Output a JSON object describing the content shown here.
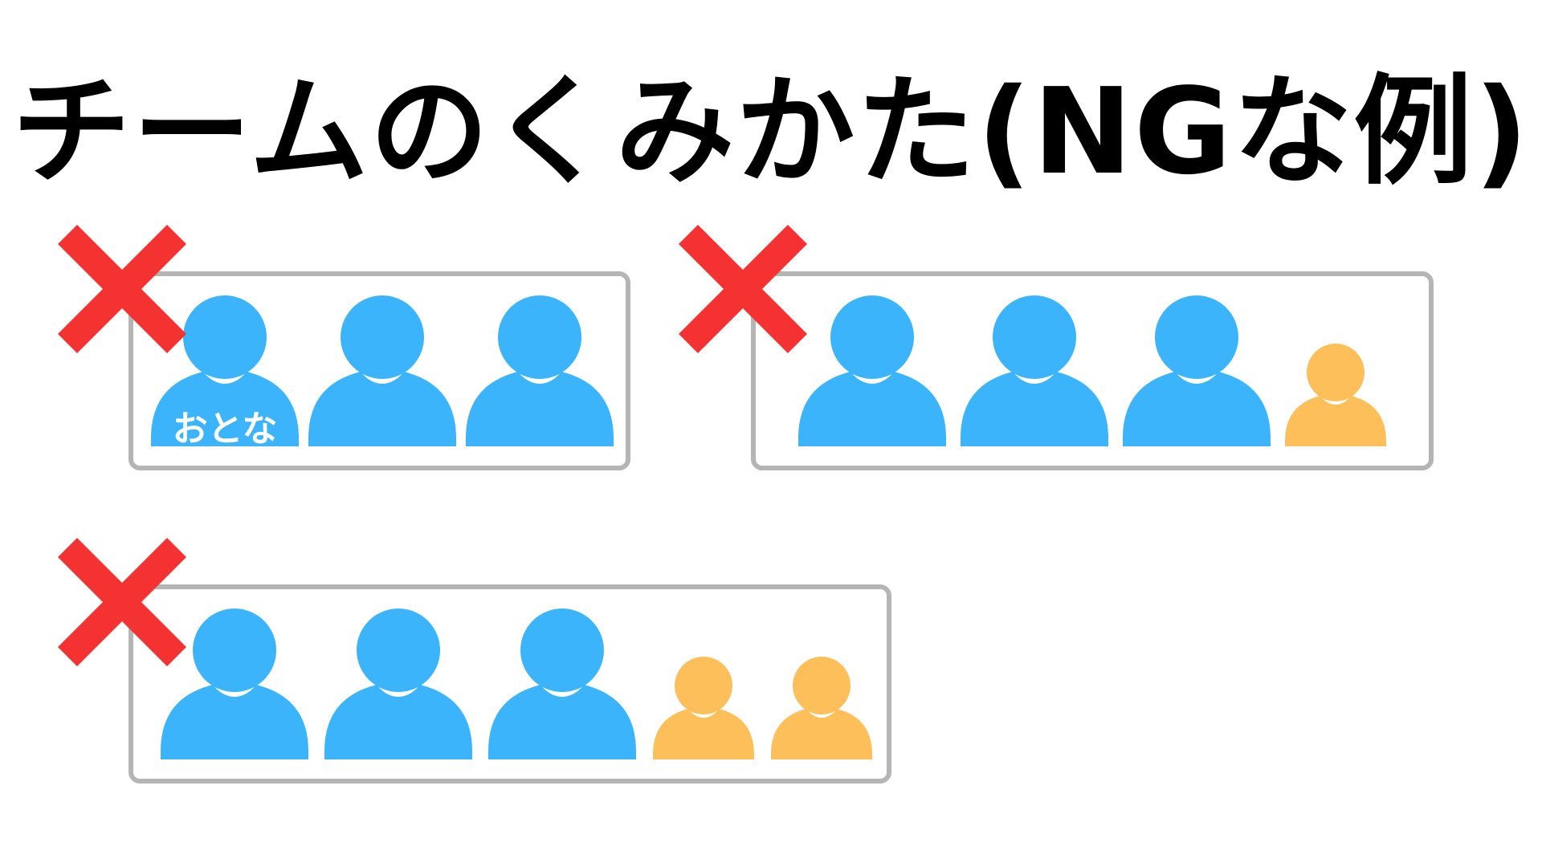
{
  "title": "チームのくみかた(NGな例)",
  "colors": {
    "adult": "#3bb4fb",
    "child": "#fdbf5a",
    "ng_mark": "#f53232",
    "box_border": "#b5b5b5",
    "title_text": "#000000"
  },
  "icons": {
    "person": "person-icon",
    "ng": "cross-mark-icon"
  },
  "examples": [
    {
      "label": "",
      "members": [
        {
          "type": "adult",
          "label": "おとな"
        },
        {
          "type": "adult",
          "label": ""
        },
        {
          "type": "adult",
          "label": ""
        }
      ]
    },
    {
      "label": "",
      "members": [
        {
          "type": "adult",
          "label": ""
        },
        {
          "type": "adult",
          "label": ""
        },
        {
          "type": "adult",
          "label": ""
        },
        {
          "type": "child",
          "label": ""
        }
      ]
    },
    {
      "label": "",
      "members": [
        {
          "type": "adult",
          "label": ""
        },
        {
          "type": "adult",
          "label": ""
        },
        {
          "type": "adult",
          "label": ""
        },
        {
          "type": "child",
          "label": ""
        },
        {
          "type": "child",
          "label": ""
        }
      ]
    }
  ]
}
